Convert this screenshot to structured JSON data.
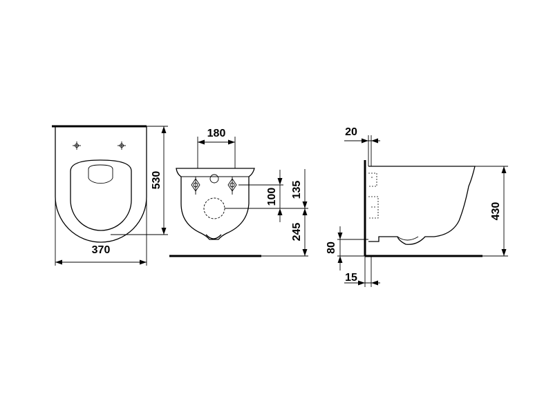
{
  "dimensions": {
    "top_view_width": "370",
    "top_view_length": "530",
    "rear_view_bolt_spacing": "180",
    "rear_view_100": "100",
    "rear_view_135": "135",
    "rear_view_245": "245",
    "side_view_20": "20",
    "side_view_430": "430",
    "side_view_80": "80",
    "side_view_15": "15"
  }
}
